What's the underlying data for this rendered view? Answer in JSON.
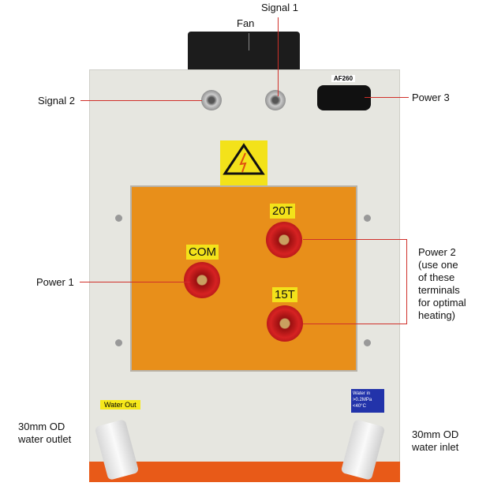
{
  "labels": {
    "signal1": "Signal 1",
    "fan": "Fan",
    "signal2": "Signal 2",
    "power3": "Power 3",
    "power1": "Power 1",
    "power2": [
      "Power 2",
      "(use one",
      "of these",
      "terminals",
      "for optimal",
      "heating)"
    ],
    "water_outlet": [
      "30mm OD",
      "water outlet"
    ],
    "water_inlet": [
      "30mm OD",
      "water inlet"
    ]
  },
  "device": {
    "socket_tag": "AF260",
    "terminal_com": "COM",
    "terminal_20t": "20T",
    "terminal_15t": "15T",
    "water_out_tag": "Water Out",
    "water_in_tag": [
      "Water in",
      ">0.2MPa",
      "<40°C"
    ]
  },
  "colors": {
    "line": "#d0302a",
    "plate": "#e88f1a",
    "panel": "#e6e6e0"
  }
}
